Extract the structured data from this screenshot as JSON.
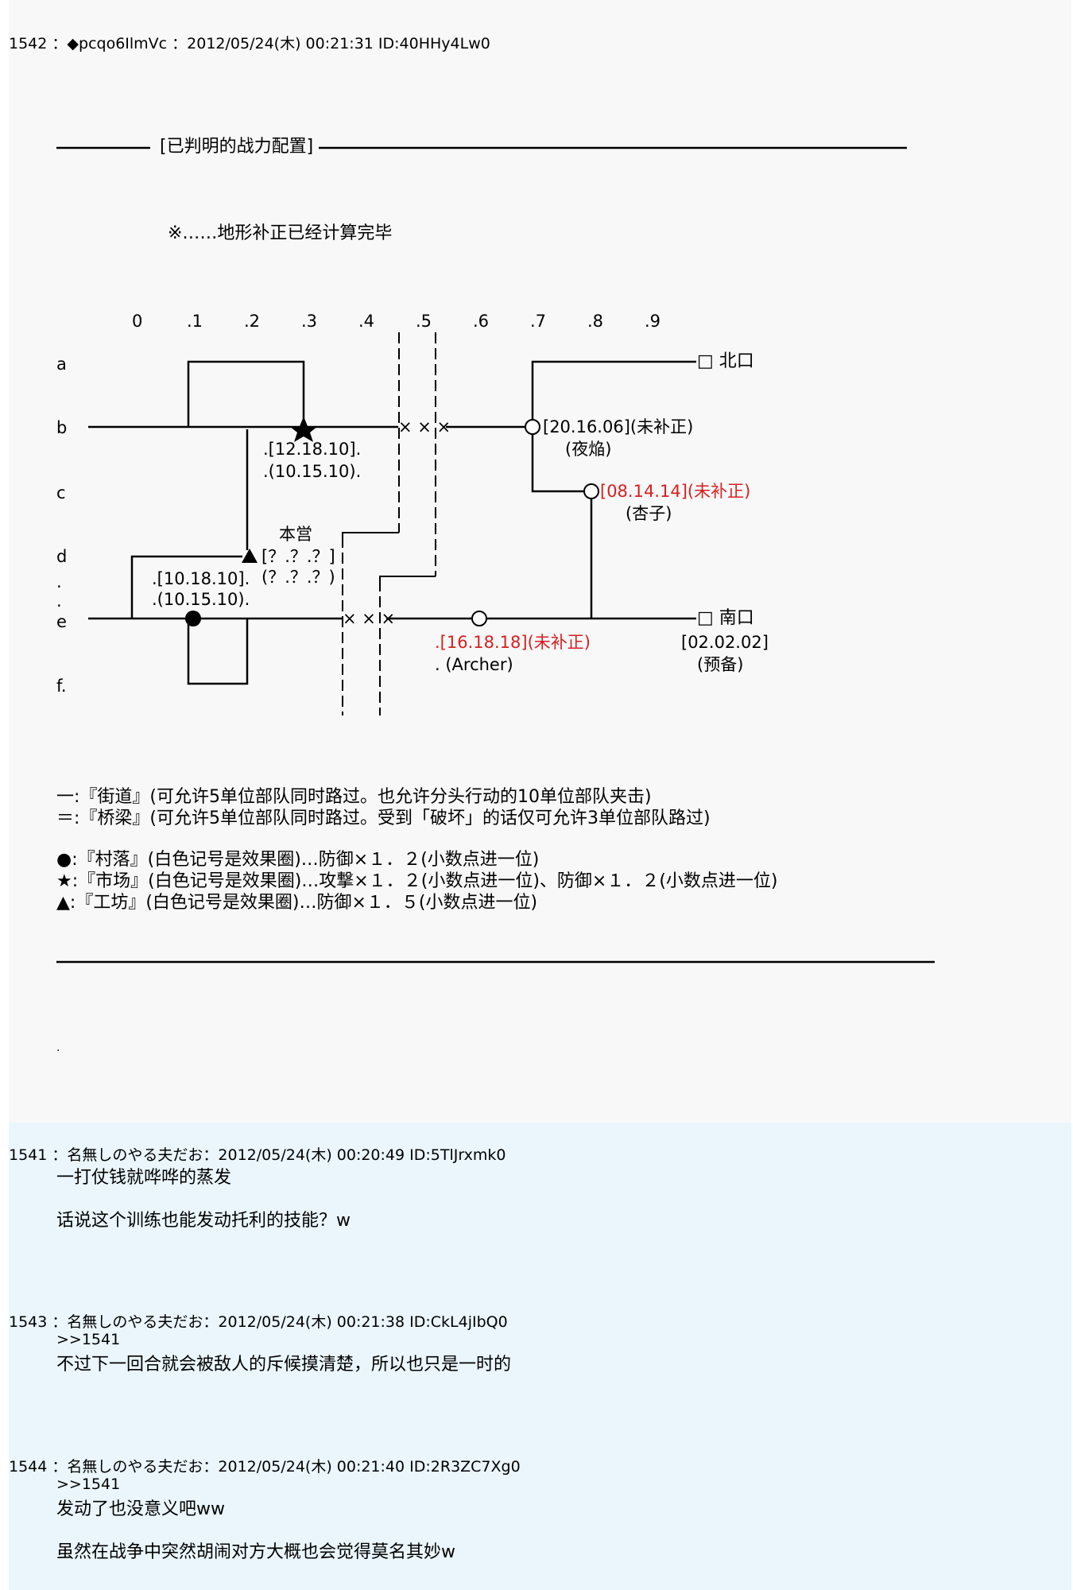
{
  "main_post": {
    "header": "1542 ：◆pcqo6IlmVc ：2012/05/24(木) 00:21:31 ID:40HHy4Lw0",
    "section_title": "[已判明的战力配置]",
    "note": "※……地形补正已经计算完毕",
    "map": {
      "columns": [
        "0",
        ".1",
        ".2",
        ".3",
        ".4",
        ".5",
        ".6",
        ".7",
        ".8",
        ".9"
      ],
      "rows": [
        "a",
        "b",
        "c",
        "d",
        ".",
        ".",
        "e",
        "f."
      ],
      "north_gate": "□ 北口",
      "south_gate": "□ 南口",
      "units": {
        "yahomura_stats": "[20.16.06](未补正)",
        "yahomura_name": "(夜焔)",
        "kyoko_stats": "[08.14.14](未补正)",
        "kyoko_name": "(杏子)",
        "archer_stats": ".[16.18.18](未补正)",
        "archer_name": ". (Archer)",
        "reserve_stats": "[02.02.02]",
        "reserve_name": "(预备)",
        "hq_label": "本営",
        "hq_stats": "[？.？.？]",
        "hq_stats2": "(？.？.？)",
        "market_stats": ".[12.18.10].",
        "market_stats2": ".(10.15.10).",
        "village_stats": ".[10.18.10].",
        "village_stats2": ".(10.15.10)."
      },
      "bridge_mark": "× × ×"
    },
    "legend": [
      "一:『街道』(可允许5单位部队同时路过。也允许分头行动的10单位部队夹击)",
      "＝:『桥梁』(可允许5单位部队同时路过。受到「破坏」的话仅可允许3单位部队路过)",
      "●:『村落』(白色记号是效果圈)…防御×１．２(小数点进一位)",
      "★:『市场』(白色记号是效果圈)…攻撃×１．２(小数点进一位)、防御×１．２(小数点进一位)",
      "▲:『工坊』(白色记号是效果圈)…防御×１．５(小数点进一位)"
    ],
    "trailing_dot": "."
  },
  "replies": [
    {
      "header": "1541 ：名無しのやる夫だお：2012/05/24(木) 00:20:49 ID:5TlJrxmk0",
      "lines": [
        "一打仗钱就哗哗的蒸发",
        "",
        "话说这个训练也能发动托利的技能？w"
      ]
    },
    {
      "header": "1543 ：名無しのやる夫だお：2012/05/24(木) 00:21:38 ID:CkL4jIbQ0",
      "lines": [
        ">>1541",
        "不过下一回合就会被敌人的斥候摸清楚，所以也只是一时的"
      ]
    },
    {
      "header": "1544 ：名無しのやる夫だお：2012/05/24(木) 00:21:40 ID:2R3ZC7Xg0",
      "lines": [
        ">>1541",
        "发动了也没意义吧ww",
        "",
        "虽然在战争中突然胡闹对方大概也会觉得莫名其妙w"
      ]
    }
  ],
  "colors": {
    "post_bg": "#f8f8f8",
    "reply_bg": "#eaf6fc",
    "highlight": "#d62020"
  }
}
